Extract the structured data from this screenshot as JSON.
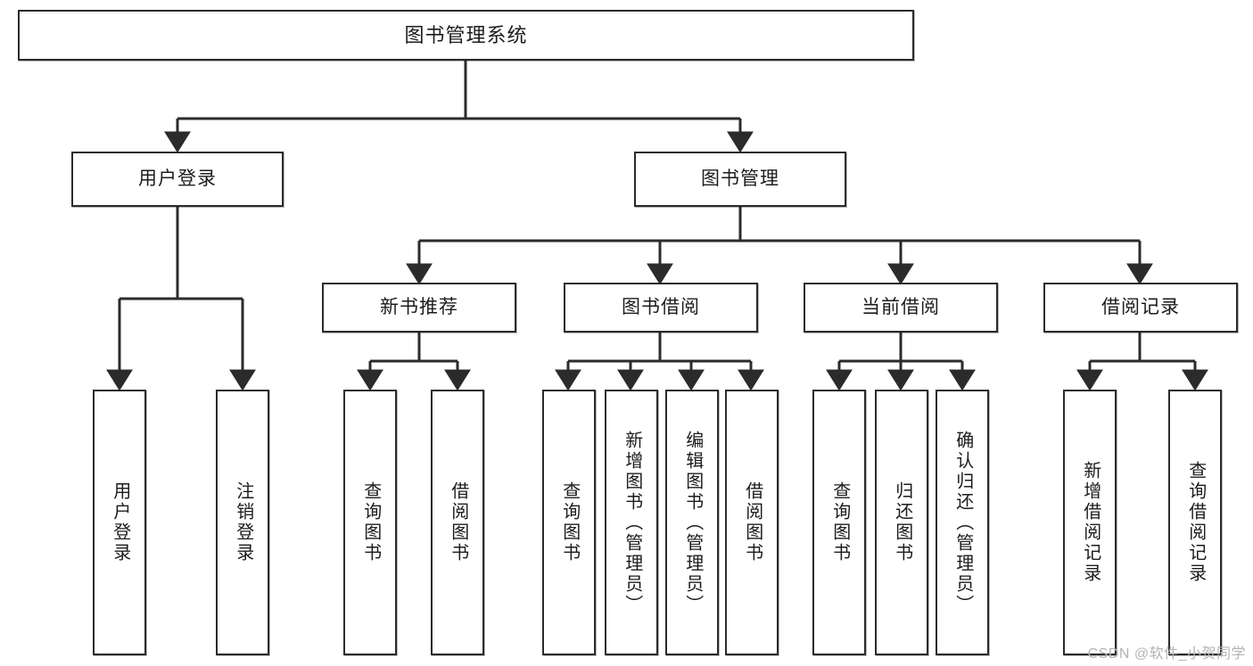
{
  "diagram": {
    "title": "图书管理系统",
    "type": "hierarchy-tree",
    "style": {
      "box_border": "#2b2b2b",
      "box_fill": "#ffffff",
      "connector": "#2b2b2b",
      "background": "#ffffff",
      "watermark_color": "#b4b4b4"
    },
    "root": {
      "label": "图书管理系统"
    },
    "level2": [
      {
        "label": "用户登录"
      },
      {
        "label": "图书管理"
      }
    ],
    "level3": [
      {
        "label": "新书推荐"
      },
      {
        "label": "图书借阅"
      },
      {
        "label": "当前借阅"
      },
      {
        "label": "借阅记录"
      }
    ],
    "leaves": {
      "user_login": [
        {
          "label": "用户登录"
        },
        {
          "label": "注销登录"
        }
      ],
      "new_book_recommend": [
        {
          "label": "查询图书"
        },
        {
          "label": "借阅图书"
        }
      ],
      "book_borrow": [
        {
          "label": "查询图书"
        },
        {
          "label": "新增图书（管理员）"
        },
        {
          "label": "编辑图书（管理员）"
        },
        {
          "label": "借阅图书"
        }
      ],
      "current_borrow": [
        {
          "label": "查询图书"
        },
        {
          "label": "归还图书"
        },
        {
          "label": "确认归还（管理员）"
        }
      ],
      "borrow_record": [
        {
          "label": "新增借阅记录"
        },
        {
          "label": "查询借阅记录"
        }
      ]
    }
  },
  "watermark": {
    "text": "CSDN @软件_小贺同学"
  }
}
